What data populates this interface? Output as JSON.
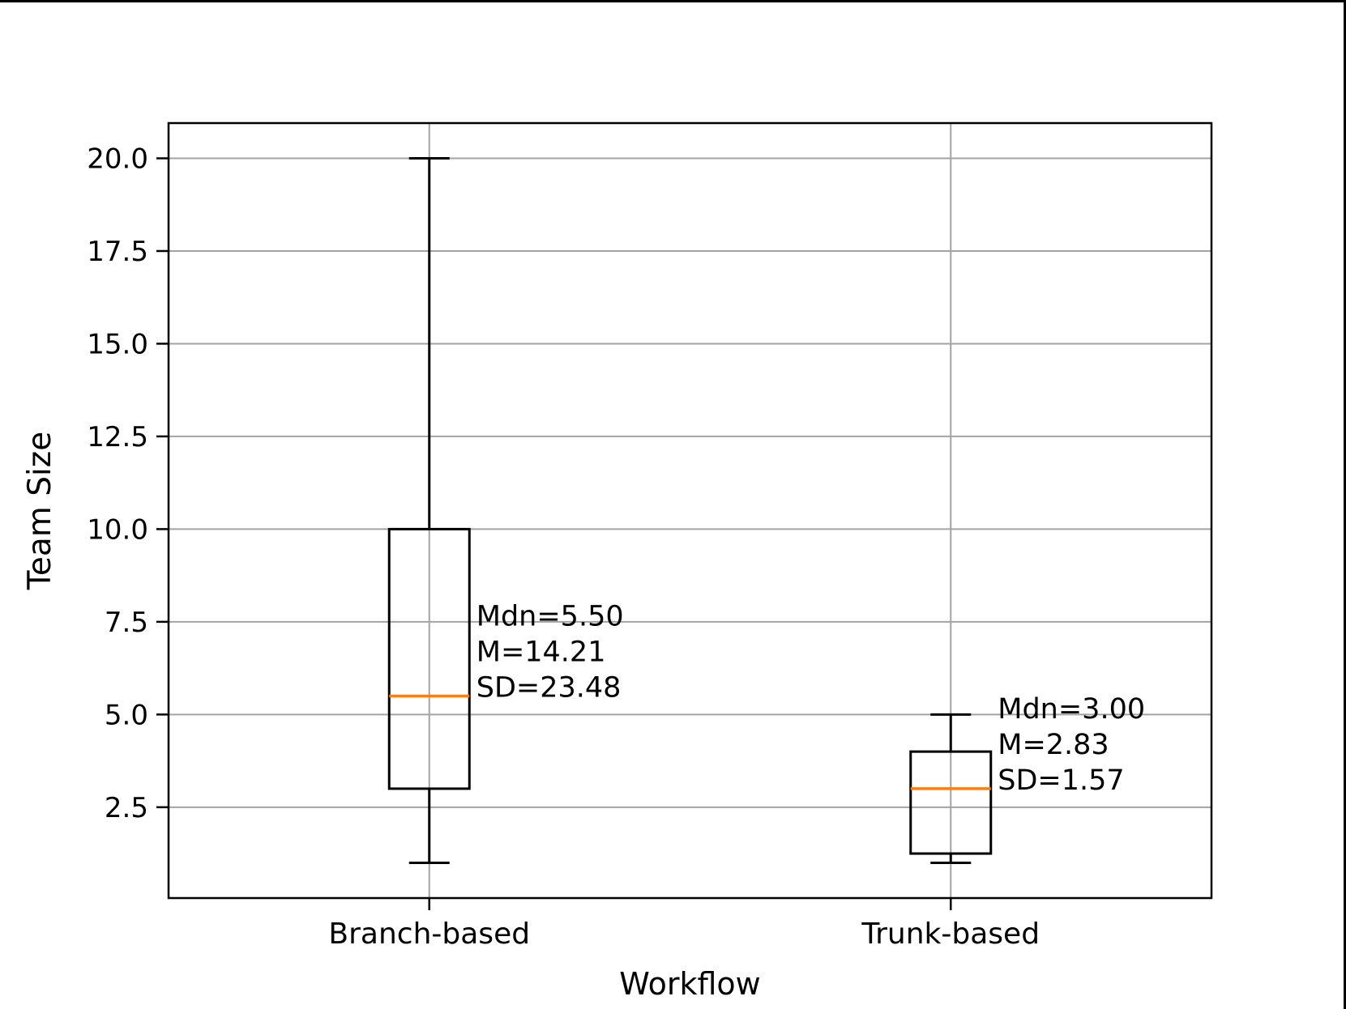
{
  "figure": {
    "background": "#ffffff",
    "border_color": "#000000"
  },
  "chart_data": {
    "type": "boxplot",
    "title": "",
    "xlabel": "Workflow",
    "ylabel": "Team Size",
    "ylim": [
      0.05,
      20.95
    ],
    "yticks": [
      2.5,
      5.0,
      7.5,
      10.0,
      12.5,
      15.0,
      17.5,
      20.0
    ],
    "ytick_labels": [
      "2.5",
      "5.0",
      "7.5",
      "10.0",
      "12.5",
      "15.0",
      "17.5",
      "20.0"
    ],
    "grid": true,
    "legend": "none",
    "categories": [
      "Branch-based",
      "Trunk-based"
    ],
    "series": [
      {
        "name": "Branch-based",
        "whisker_low": 1.0,
        "q1": 3.0,
        "median": 5.5,
        "q3": 10.0,
        "whisker_high": 20.0,
        "annotation_lines": [
          "Mdn=5.50",
          "M=14.21",
          "SD=23.48"
        ],
        "stats": {
          "median": 5.5,
          "mean": 14.21,
          "sd": 23.48
        }
      },
      {
        "name": "Trunk-based",
        "whisker_low": 1.0,
        "q1": 1.25,
        "median": 3.0,
        "q3": 4.0,
        "whisker_high": 5.0,
        "annotation_lines": [
          "Mdn=3.00",
          "M=2.83",
          "SD=1.57"
        ],
        "stats": {
          "median": 3.0,
          "mean": 2.83,
          "sd": 1.57
        }
      }
    ],
    "colors": {
      "median_line": "#ff7f0e",
      "box_edge": "#000000",
      "whisker": "#000000",
      "grid": "#a3a3a3",
      "frame": "#000000",
      "text": "#000000",
      "plot_background": "#ffffff"
    }
  }
}
